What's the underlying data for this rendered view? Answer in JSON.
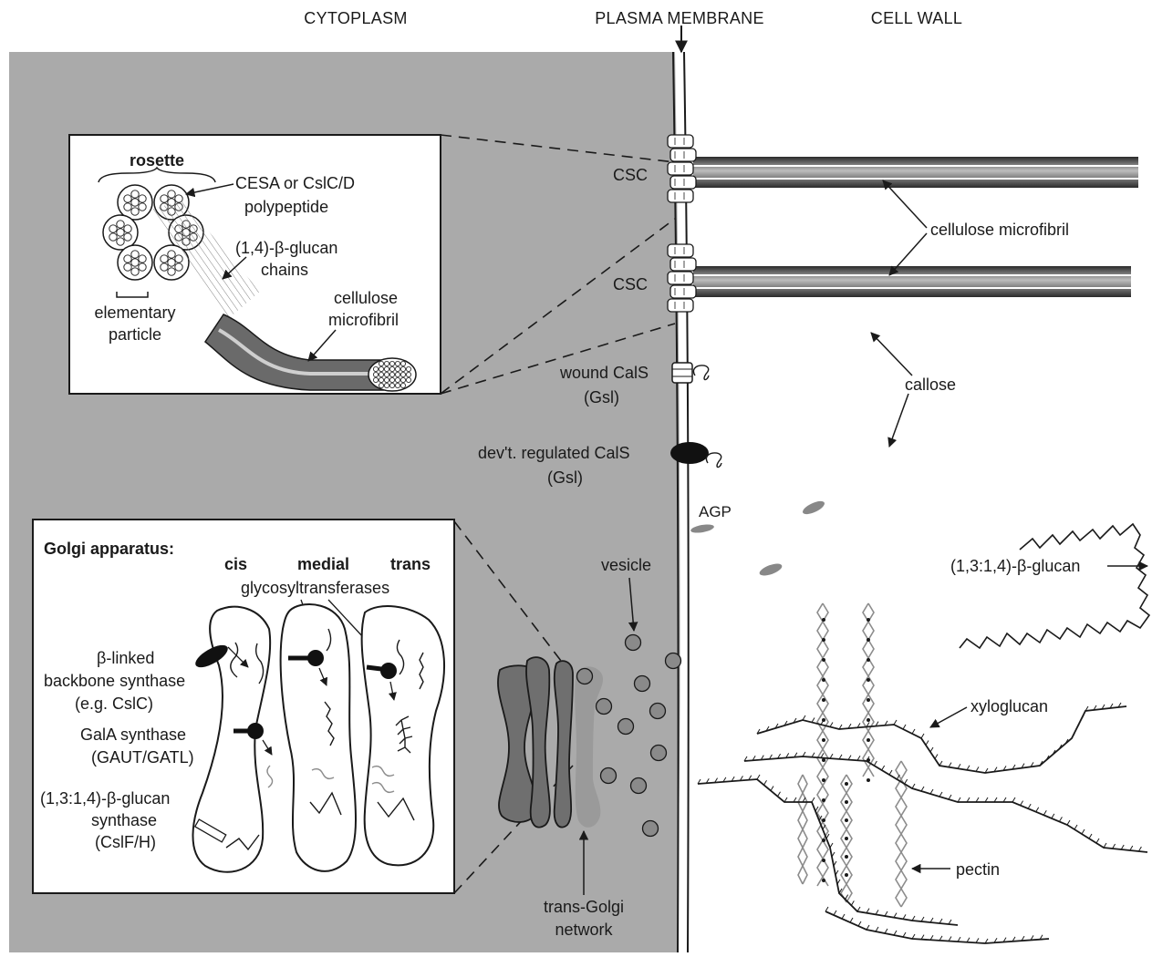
{
  "headers": {
    "cytoplasm": "CYTOPLASM",
    "plasma_membrane": "PLASMA MEMBRANE",
    "cell_wall": "CELL WALL"
  },
  "membrane": {
    "csc": "CSC",
    "wound_cals": "wound CalS",
    "wound_cals_gsl": "(Gsl)",
    "devt_cals": "dev't. regulated CalS",
    "devt_cals_gsl": "(Gsl)"
  },
  "wall": {
    "cellulose_microfibril": "cellulose microfibril",
    "callose": "callose",
    "agp": "AGP",
    "mixed_glucan": "(1,3:1,4)-β-glucan",
    "xyloglucan": "xyloglucan",
    "pectin": "pectin"
  },
  "rosette_inset": {
    "rosette": "rosette",
    "cesa_line1": "CESA or CslC/D",
    "cesa_line2": "polypeptide",
    "glucan_line1": "(1,4)-β-glucan",
    "glucan_line2": "chains",
    "microfibril_line1": "cellulose",
    "microfibril_line2": "microfibril",
    "particle_line1": "elementary",
    "particle_line2": "particle"
  },
  "golgi_inset": {
    "title": "Golgi apparatus:",
    "cis": "cis",
    "medial": "medial",
    "trans": "trans",
    "glycosyltransferases": "glycosyltransferases",
    "backbone_line1": "β-linked",
    "backbone_line2": "backbone synthase",
    "backbone_line3": "(e.g. CslC)",
    "gala_line1": "GalA synthase",
    "gala_line2": "(GAUT/GATL)",
    "mlg_line1": "(1,3:1,4)-β-glucan",
    "mlg_line2": "synthase",
    "mlg_line3": "(CslF/H)"
  },
  "cytoplasm_labels": {
    "vesicle": "vesicle",
    "tgn_line1": "trans-Golgi",
    "tgn_line2": "network"
  },
  "colors": {
    "cytoplasm": "#aaaaaa",
    "inset_bg": "#ffffff",
    "vesicle": "#8a8a8a",
    "cisterna_dark": "#6f6f6f",
    "tgn": "#9a9a9a",
    "pectin": "#8c8c8c",
    "line": "#1a1a1a"
  }
}
